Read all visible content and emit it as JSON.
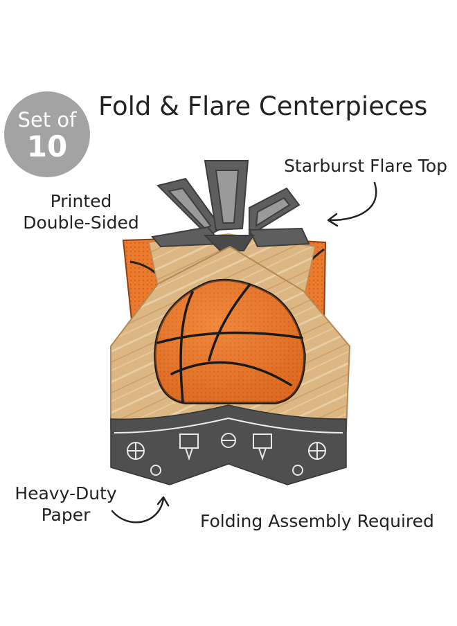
{
  "badge": {
    "line1": "Set of",
    "line2": "10"
  },
  "title": "Fold & Flare Centerpieces",
  "callouts": {
    "top": "Starburst Flare Top",
    "printed": [
      "Printed",
      "Double-Sided"
    ],
    "heavy": [
      "Heavy-Duty",
      "Paper"
    ],
    "folding": "Folding Assembly Required"
  },
  "colors": {
    "orange": "#e8742a",
    "wood": "#d9b27e",
    "gray": "#5a5a5a",
    "badge": "#a3a3a3"
  },
  "icons": [
    "curved-arrow-icon",
    "basketball-icon",
    "starburst-flare-icon"
  ]
}
